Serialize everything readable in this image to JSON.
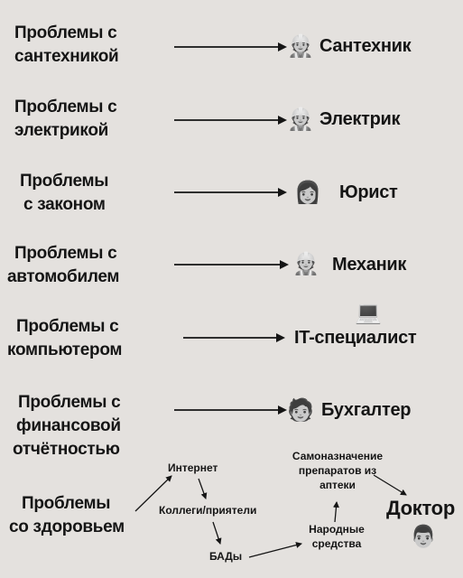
{
  "rows": [
    {
      "problem_line1": "Проблемы с",
      "problem_line2": "сантехникой",
      "professional": "Сантехник",
      "icon": "plumber-icon",
      "glyph": "👷"
    },
    {
      "problem_line1": "Проблемы с",
      "problem_line2": "электрикой",
      "professional": "Электрик",
      "icon": "electrician-icon",
      "glyph": "👷"
    },
    {
      "problem_line1": "Проблемы",
      "problem_line2": "с законом",
      "professional": "Юрист",
      "icon": "lawyer-icon",
      "glyph": "👩"
    },
    {
      "problem_line1": "Проблемы с",
      "problem_line2": "автомобилем",
      "professional": "Механик",
      "icon": "mechanic-icon",
      "glyph": "👷"
    },
    {
      "problem_line1": "Проблемы с",
      "problem_line2": "компьютером",
      "professional": "IT-специалист",
      "icon": "computer-icon",
      "glyph": "💻"
    },
    {
      "problem_line1": "Проблемы с",
      "problem_line2": "финансовой",
      "problem_line3": "отчётностью",
      "professional": "Бухгалтер",
      "icon": "accountant-icon",
      "glyph": "🧑"
    }
  ],
  "health": {
    "problem_line1": "Проблемы",
    "problem_line2": "со здоровьем",
    "sources": {
      "internet": "Интернет",
      "friends": "Коллеги/приятели",
      "supplements": "БАДы",
      "self_line1": "Самоназначение",
      "self_line2": "препаратов из",
      "self_line3": "аптеки",
      "folk_line1": "Народные",
      "folk_line2": "средства"
    },
    "doctor": "Доктор",
    "doctor_icon": "doctor-icon",
    "doctor_glyph": "👨"
  }
}
